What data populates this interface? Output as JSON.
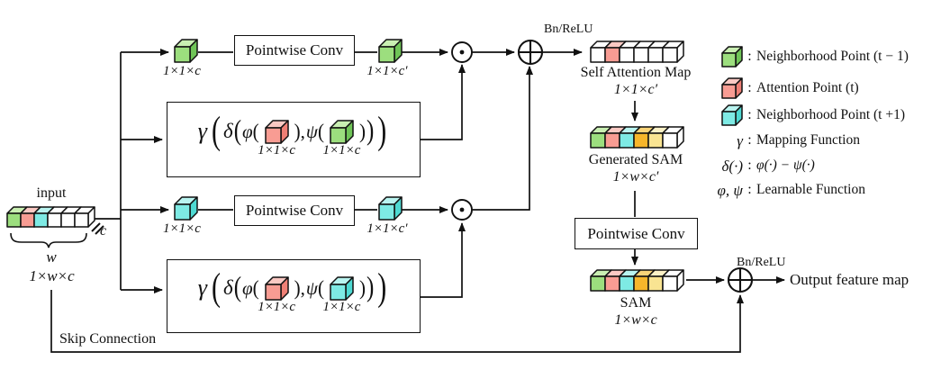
{
  "colors": {
    "green": {
      "face": "#9CDE7E",
      "top": "#C9EFB2",
      "side": "#6FC457"
    },
    "red": {
      "face": "#F89C93",
      "top": "#FBC9C3",
      "side": "#EF7F75"
    },
    "cyan": {
      "face": "#7EEAE4",
      "top": "#B9F4F0",
      "side": "#4ED9D2"
    },
    "orange": {
      "face": "#F7B62B",
      "top": "#FAD478",
      "side": "#E29A10"
    },
    "yellow": {
      "face": "#F9E492",
      "top": "#FCF1C6",
      "side": "#EFD06A"
    },
    "white": {
      "face": "#FFFFFF",
      "top": "#FFFFFF",
      "side": "#FFFFFF"
    }
  },
  "icons": {
    "elementwise_multiply": "⊙",
    "elementwise_add": "⊕"
  },
  "input": {
    "title": "input",
    "cubes": [
      "green",
      "red",
      "cyan",
      "white",
      "white",
      "white"
    ],
    "width_label": "w",
    "dim": "1×w×c",
    "channel": "c"
  },
  "branch_top": {
    "dim_in": "1×1×c",
    "conv": "Pointwise Conv",
    "dim_out": "1×1×c′",
    "cube_in": "green",
    "cube_out": "green"
  },
  "branch_mid": {
    "dim_in": "1×1×c",
    "conv": "Pointwise Conv",
    "dim_out": "1×1×c′",
    "cube_in": "cyan",
    "cube_out": "cyan"
  },
  "bn_relu_top": "Bn/ReLU",
  "bn_relu_bottom": "Bn/ReLU",
  "formula1": {
    "gamma": "γ",
    "lp1": "(",
    "delta": "δ",
    "lp2": "(",
    "phi": "φ",
    "lp3": "(",
    "cube1": "red",
    "dim1": "1×1×c",
    "rp3": ")",
    "comma": ",",
    "psi": "ψ",
    "lp4": "(",
    "cube2": "green",
    "dim2": "1×1×c",
    "rp4": ")",
    "rp2": ")",
    "rp1": ")"
  },
  "formula2": {
    "gamma": "γ",
    "lp1": "(",
    "delta": "δ",
    "lp2": "(",
    "phi": "φ",
    "lp3": "(",
    "cube1": "red",
    "dim1": "1×1×c",
    "rp3": ")",
    "comma": ",",
    "psi": "ψ",
    "lp4": "(",
    "cube2": "cyan",
    "dim2": "1×1×c",
    "rp4": ")",
    "rp2": ")",
    "rp1": ")"
  },
  "sa_map": {
    "cubes": [
      "white",
      "red",
      "white",
      "white",
      "white",
      "white"
    ],
    "title": "Self Attention Map",
    "dim": "1×1×c′"
  },
  "gen_sam": {
    "cubes": [
      "green",
      "red",
      "cyan",
      "orange",
      "yellow",
      "white"
    ],
    "title": "Generated SAM",
    "dim": "1×w×c′"
  },
  "pw_conv3": {
    "label": "Pointwise Conv"
  },
  "sam": {
    "cubes": [
      "green",
      "red",
      "cyan",
      "orange",
      "yellow",
      "white"
    ],
    "title": "SAM",
    "dim": "1×w×c"
  },
  "output": {
    "label": "Output feature map"
  },
  "skip": {
    "label": "Skip Connection"
  },
  "legend": {
    "items": [
      {
        "cube": "green",
        "colon": ":",
        "label": "Neighborhood Point (t − 1)"
      },
      {
        "cube": "red",
        "colon": ":",
        "label": "Attention Point (t)"
      },
      {
        "cube": "cyan",
        "colon": ":",
        "label": "Neighborhood Point (t +1)"
      },
      {
        "symbol": "γ",
        "colon": ":",
        "label": "Mapping Function"
      },
      {
        "symbol": "δ(·)",
        "colon": ":",
        "label": "φ(·) − ψ(·)"
      },
      {
        "symbol": "φ, ψ",
        "colon": ":",
        "label": "Learnable Function"
      }
    ]
  }
}
